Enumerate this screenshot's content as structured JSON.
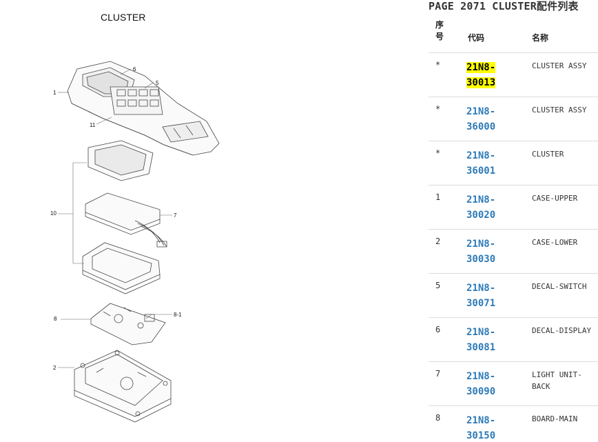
{
  "diagram": {
    "title": "CLUSTER",
    "callouts": [
      "6",
      "5",
      "1",
      "11",
      "10",
      "7",
      "8",
      "8-1",
      "2"
    ]
  },
  "panel": {
    "title": "PAGE 2071 CLUSTER配件列表",
    "headers": {
      "seq": "序号",
      "code": "代码",
      "name": "名称"
    },
    "rows": [
      {
        "seq": "*",
        "code": "21N8-30013",
        "name": "CLUSTER ASSY",
        "highlight": true
      },
      {
        "seq": "*",
        "code": "21N8-36000",
        "name": "CLUSTER ASSY"
      },
      {
        "seq": "*",
        "code": "21N8-36001",
        "name": "CLUSTER"
      },
      {
        "seq": "1",
        "code": "21N8-30020",
        "name": "CASE-UPPER"
      },
      {
        "seq": "2",
        "code": "21N8-30030",
        "name": "CASE-LOWER"
      },
      {
        "seq": "5",
        "code": "21N8-30071",
        "name": "DECAL-SWITCH"
      },
      {
        "seq": "6",
        "code": "21N8-30081",
        "name": "DECAL-DISPLAY"
      },
      {
        "seq": "7",
        "code": "21N8-30090",
        "name": "LIGHT UNIT-BACK"
      },
      {
        "seq": "8",
        "code": "21N8-30150",
        "name": "BOARD-MAIN"
      }
    ],
    "colors": {
      "link": "#2e7bb8",
      "highlight": "#ffff00"
    }
  }
}
